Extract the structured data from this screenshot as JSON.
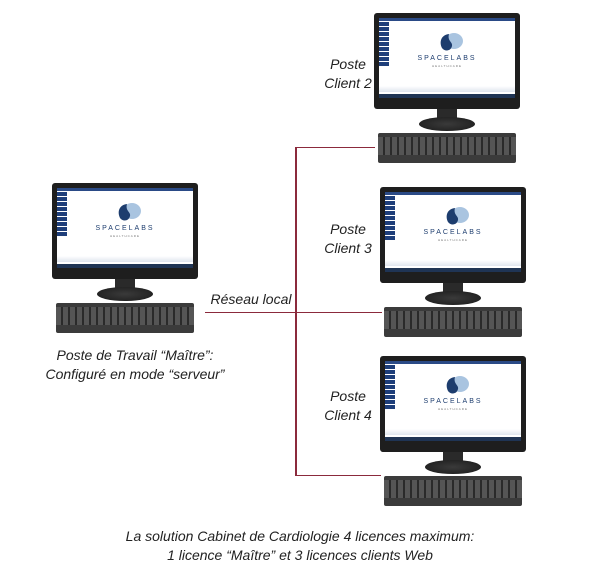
{
  "computers": {
    "brand": "SPACELABS",
    "brand_sub": "HEALTHCARE",
    "master": {
      "label_line1": "Poste de Travail “Maître”:",
      "label_line2": "Configuré en mode “serveur”"
    },
    "client2": {
      "label_line1": "Poste",
      "label_line2": "Client 2"
    },
    "client3": {
      "label_line1": "Poste",
      "label_line2": "Client 3"
    },
    "client4": {
      "label_line1": "Poste",
      "label_line2": "Client 4"
    }
  },
  "network": {
    "label": "Réseau local",
    "line_color": "#8b2a3c"
  },
  "caption": {
    "line1": "La solution Cabinet de Cardiologie 4 licences maximum:",
    "line2": "1 licence “Maître” et 3 licences clients Web"
  }
}
